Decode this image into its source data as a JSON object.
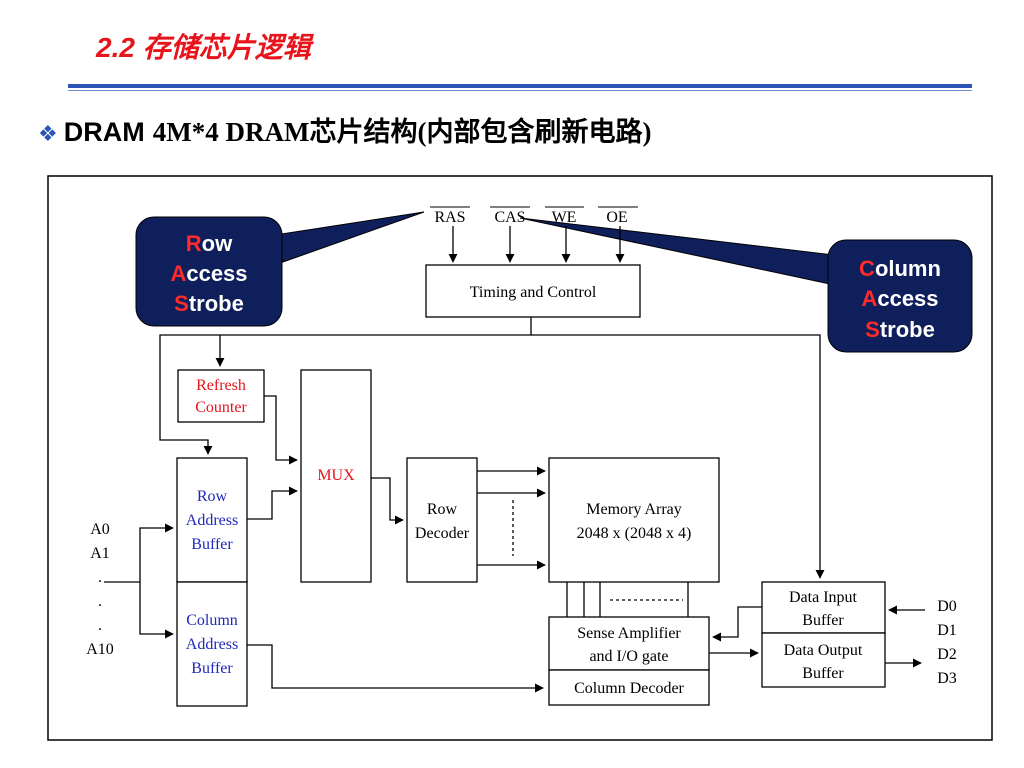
{
  "title": "2.2 存储芯片逻辑",
  "heading": {
    "bullet": "❖",
    "part1": "DRAM",
    "part2": "4M*4 DRAM芯片结构(内部包含刷新电路)"
  },
  "signals": [
    "RAS",
    "CAS",
    "WE",
    "OE"
  ],
  "blocks": {
    "timing": "Timing and Control",
    "refresh": [
      "Refresh",
      "Counter"
    ],
    "mux": "MUX",
    "row_addr": [
      "Row",
      "Address",
      "Buffer"
    ],
    "col_addr": [
      "Column",
      "Address",
      "Buffer"
    ],
    "row_decoder": [
      "Row",
      "Decoder"
    ],
    "memory_array": [
      "Memory Array",
      "2048 x (2048 x 4)"
    ],
    "sense_amp": [
      "Sense Amplifier",
      "and I/O gate"
    ],
    "col_decoder": "Column Decoder",
    "data_in": [
      "Data Input",
      "Buffer"
    ],
    "data_out": [
      "Data Output",
      "Buffer"
    ]
  },
  "address_pins": [
    "A0",
    "A1",
    ".",
    ".",
    ".",
    "A10"
  ],
  "data_pins": [
    "D0",
    "D1",
    "D2",
    "D3"
  ],
  "callouts": {
    "row": [
      {
        "cap": "R",
        "rest": "ow"
      },
      {
        "cap": "A",
        "rest": "ccess"
      },
      {
        "cap": "S",
        "rest": "trobe"
      }
    ],
    "column": [
      {
        "cap": "C",
        "rest": "olumn"
      },
      {
        "cap": "A",
        "rest": "ccess"
      },
      {
        "cap": "S",
        "rest": "trobe"
      }
    ]
  },
  "colors": {
    "title_red": "#e8141b",
    "rule_blue": "#2b55b5",
    "callout_navy": "#0e1f5c",
    "block_red": "#e8141b",
    "block_blue": "#1f29b8"
  }
}
